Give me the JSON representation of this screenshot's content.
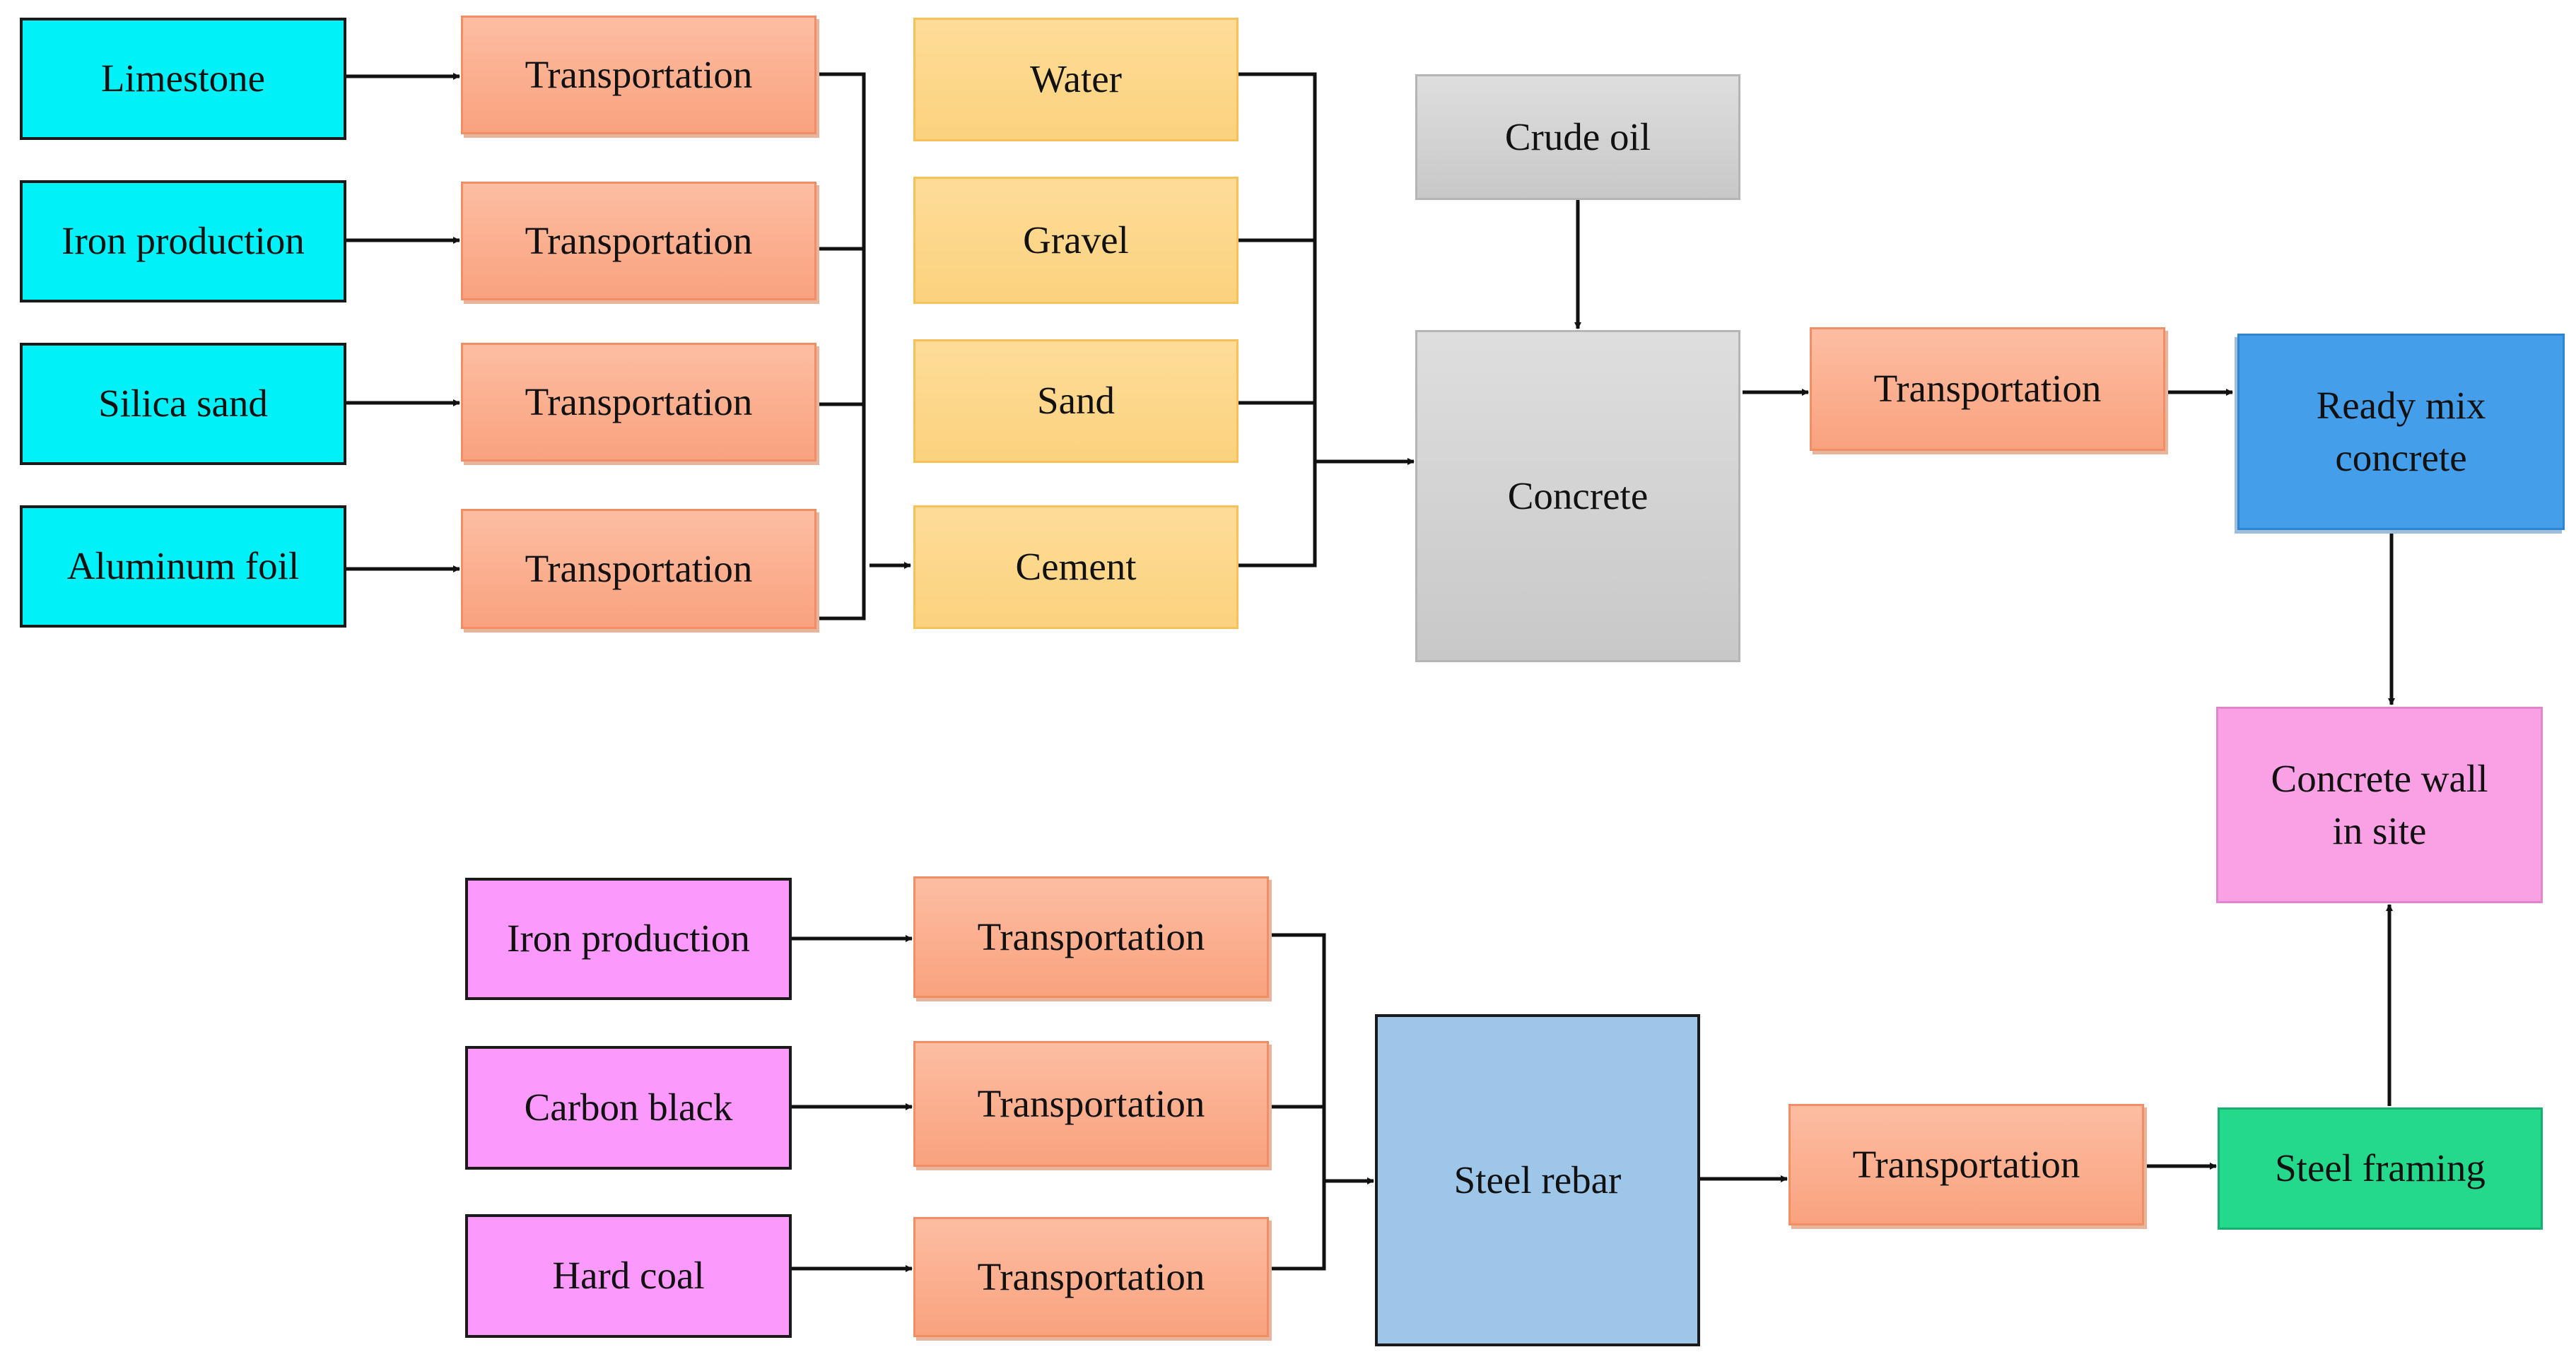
{
  "nodes": {
    "limestone": "Limestone",
    "iron_production_1": "Iron production",
    "silica_sand": "Silica sand",
    "aluminum_foil": "Aluminum foil",
    "transport_1": "Transportation",
    "transport_2": "Transportation",
    "transport_3": "Transportation",
    "transport_4": "Transportation",
    "water": "Water",
    "gravel": "Gravel",
    "sand": "Sand",
    "cement": "Cement",
    "crude_oil": "Crude oil",
    "concrete": "Concrete",
    "transport_5": "Transportation",
    "ready_mix_concrete": "Ready mix\nconcrete",
    "concrete_wall": "Concrete wall\nin site",
    "iron_production_2": "Iron production",
    "carbon_black": "Carbon black",
    "hard_coal": "Hard coal",
    "transport_6": "Transportation",
    "transport_7": "Transportation",
    "transport_8": "Transportation",
    "steel_rebar": "Steel rebar",
    "transport_9": "Transportation",
    "steel_framing": "Steel framing"
  },
  "colors": {
    "raw_material": "#00f2f8",
    "transportation": "#f9a27e",
    "aggregate": "#fbd27e",
    "process": "#c8c8c8",
    "ready_mix": "#459ee9",
    "wall": "#f9a1e4",
    "steel_input": "#fc99fc",
    "steel_rebar": "#9dc6e8",
    "steel_framing": "#25d98c"
  }
}
